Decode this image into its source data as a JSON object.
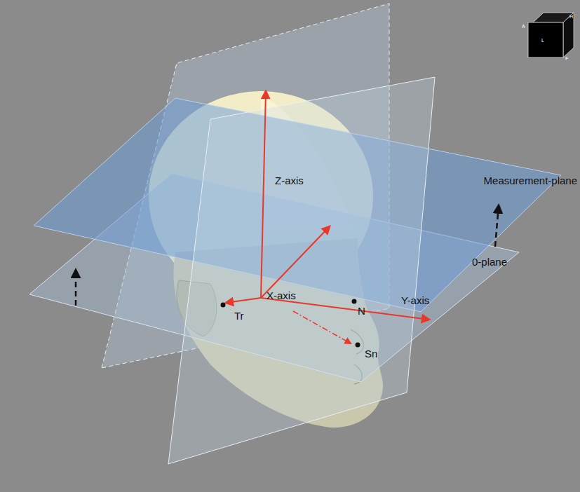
{
  "diagram": {
    "labels": [
      "Z-axis",
      "Measurement-plane",
      "0-plane",
      "X-axis",
      "Y-axis",
      "Tr",
      "N",
      "Sn",
      "H",
      "A",
      "L",
      "F"
    ]
  }
}
